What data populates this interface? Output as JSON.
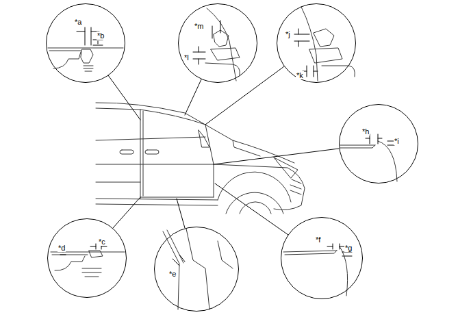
{
  "diagram": {
    "nodes": [
      {
        "text": [
          "*a",
          "*b"
        ]
      },
      {
        "text": [
          "*m",
          "*l"
        ]
      },
      {
        "text": [
          "*j",
          "*k"
        ]
      },
      {
        "text": [
          "*h",
          "*i"
        ]
      },
      {
        "text": [
          "*d",
          "*c"
        ]
      },
      {
        "text": [
          "*e"
        ]
      },
      {
        "text": [
          "*f",
          "*g"
        ]
      }
    ]
  }
}
